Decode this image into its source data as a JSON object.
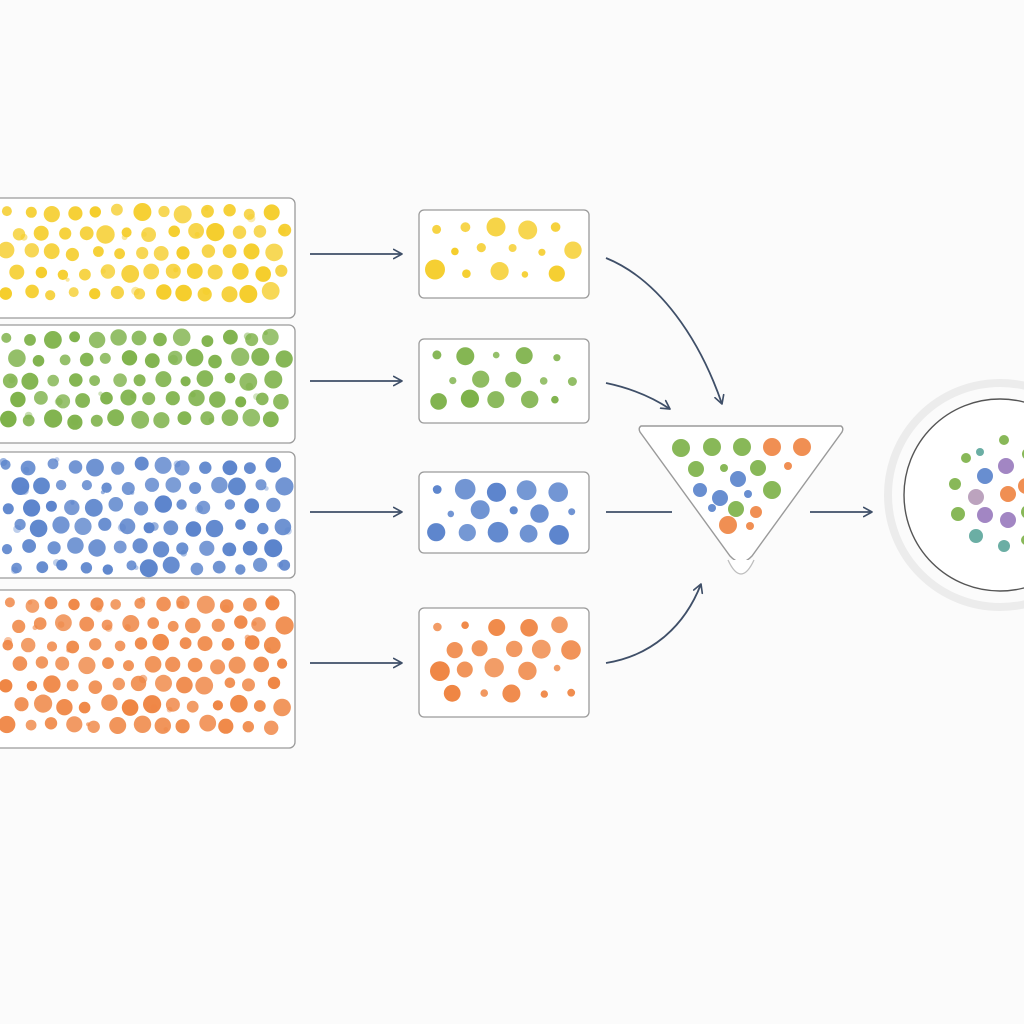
{
  "diagram": {
    "colors": {
      "yellow": "#f5cd2a",
      "green": "#7eb24a",
      "blue": "#5b84cc",
      "orange": "#ef8644",
      "purple": "#9a7cbe",
      "teal": "#5ea79c",
      "mauve": "#b69bb8",
      "stroke": "#3f4f68",
      "frame": "#9a9a9a"
    },
    "streams": [
      {
        "id": "yellow",
        "color_key": "yellow",
        "density": "full"
      },
      {
        "id": "green",
        "color_key": "green",
        "density": "full"
      },
      {
        "id": "blue",
        "color_key": "blue",
        "density": "full"
      },
      {
        "id": "orange",
        "color_key": "orange",
        "density": "full"
      }
    ],
    "samples": [
      {
        "id": "yellow",
        "color_key": "yellow",
        "density": "reduced"
      },
      {
        "id": "green",
        "color_key": "green",
        "density": "reduced"
      },
      {
        "id": "blue",
        "color_key": "blue",
        "density": "reduced"
      },
      {
        "id": "orange",
        "color_key": "orange",
        "density": "reduced"
      }
    ],
    "funnel": {
      "shape": "inverted-triangle",
      "contents": "mixed"
    },
    "output": {
      "shape": "circle",
      "contents": "mixed"
    }
  }
}
